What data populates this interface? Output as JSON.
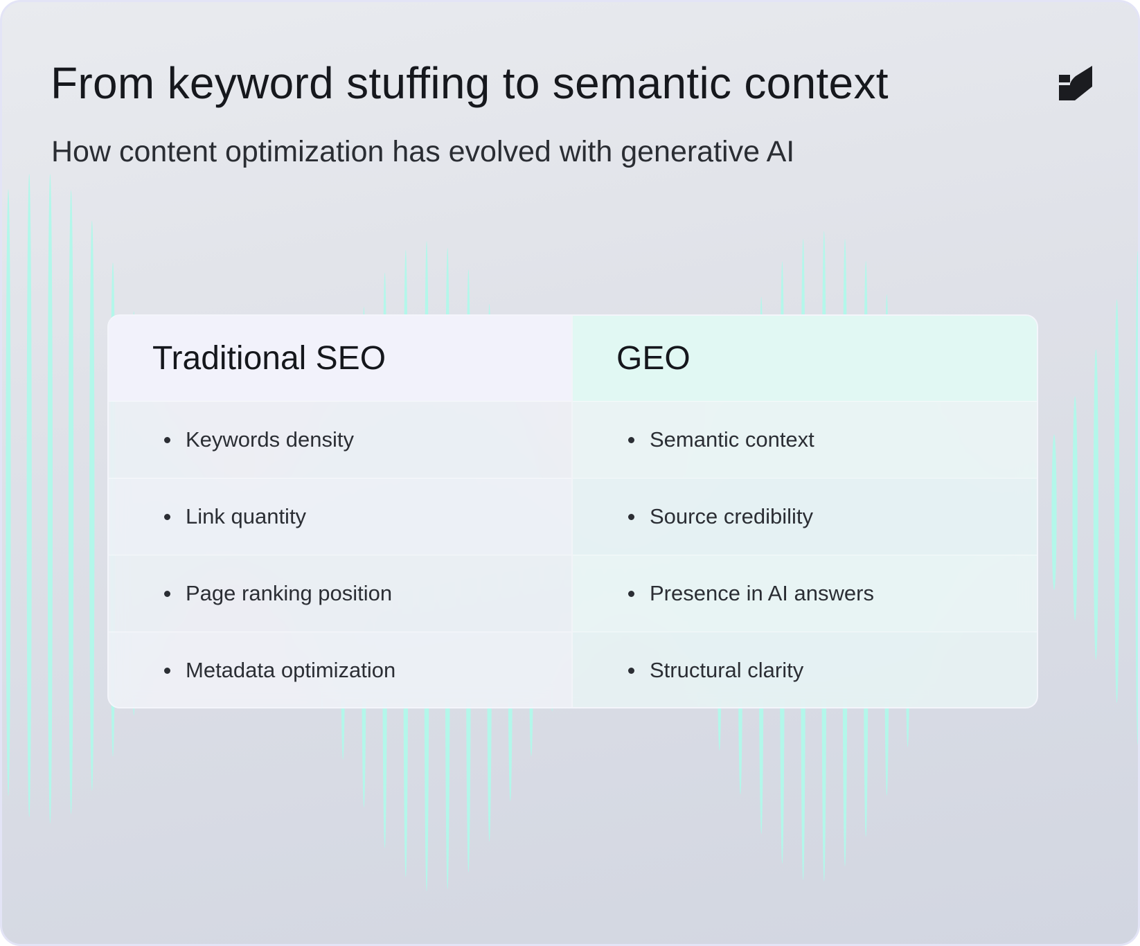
{
  "title": "From keyword stuffing to semantic context",
  "subtitle": "How content optimization has evolved with generative AI",
  "logo": {
    "icon": "brand-logo-icon"
  },
  "comparison": {
    "columns": [
      {
        "heading": "Traditional SEO",
        "items": [
          "Keywords density",
          "Link quantity",
          "Page ranking position",
          "Metadata optimization"
        ]
      },
      {
        "heading": "GEO",
        "items": [
          "Semantic context",
          "Source credibility",
          "Presence in AI answers",
          "Structural clarity"
        ]
      }
    ]
  },
  "colors": {
    "wave": "#b3f7ea",
    "accent_geo": "#e1f8f3",
    "accent_seo": "#f2f2fb",
    "text": "#16181d"
  }
}
